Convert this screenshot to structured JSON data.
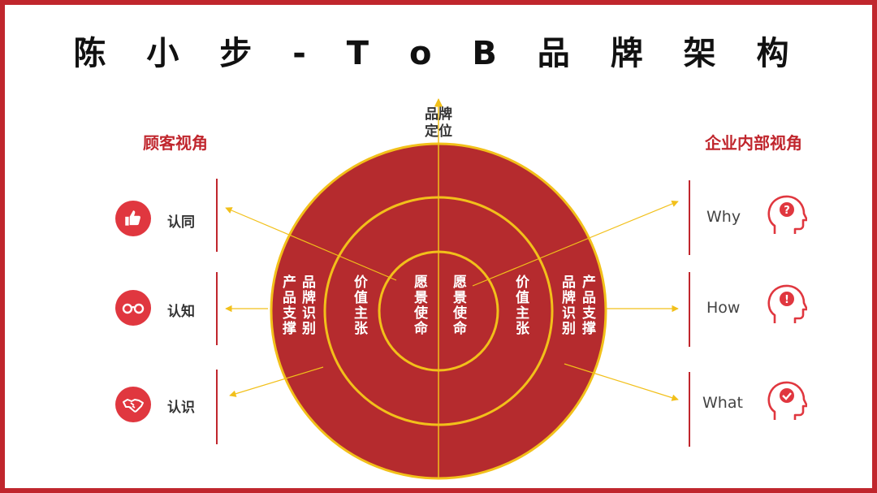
{
  "title": "陈 小 步 - T o B 品 牌 架 构",
  "left_heading": "顾客视角",
  "right_heading": "企业内部视角",
  "top_label": {
    "line1": "品牌",
    "line2": "定位"
  },
  "left_rows": [
    {
      "label": "认同",
      "icon": "thumbs-up-icon"
    },
    {
      "label": "认知",
      "icon": "glasses-icon"
    },
    {
      "label": "认识",
      "icon": "handshake-icon"
    }
  ],
  "right_rows": [
    {
      "label": "Why",
      "icon": "head-question-icon"
    },
    {
      "label": "How",
      "icon": "head-exclamation-icon"
    },
    {
      "label": "What",
      "icon": "head-check-icon"
    }
  ],
  "rings": {
    "left_outer": "产品品牌支撑识别",
    "left_middle": "价值主张",
    "left_inner": "愿景使命",
    "right_inner": "愿景使命",
    "right_middle": "价值主张",
    "right_outer": "品牌识别产品支撑",
    "left_outer_cols": [
      "产品支撑",
      "品牌识别"
    ],
    "right_outer_cols": [
      "品牌识别",
      "产品支撑"
    ]
  },
  "colors": {
    "accent": "#c0262d",
    "circle_fill": "#b52b2e",
    "ring_stroke": "#f2c01a",
    "arrow": "#f2c01a",
    "icon_bg": "#e0373f"
  }
}
